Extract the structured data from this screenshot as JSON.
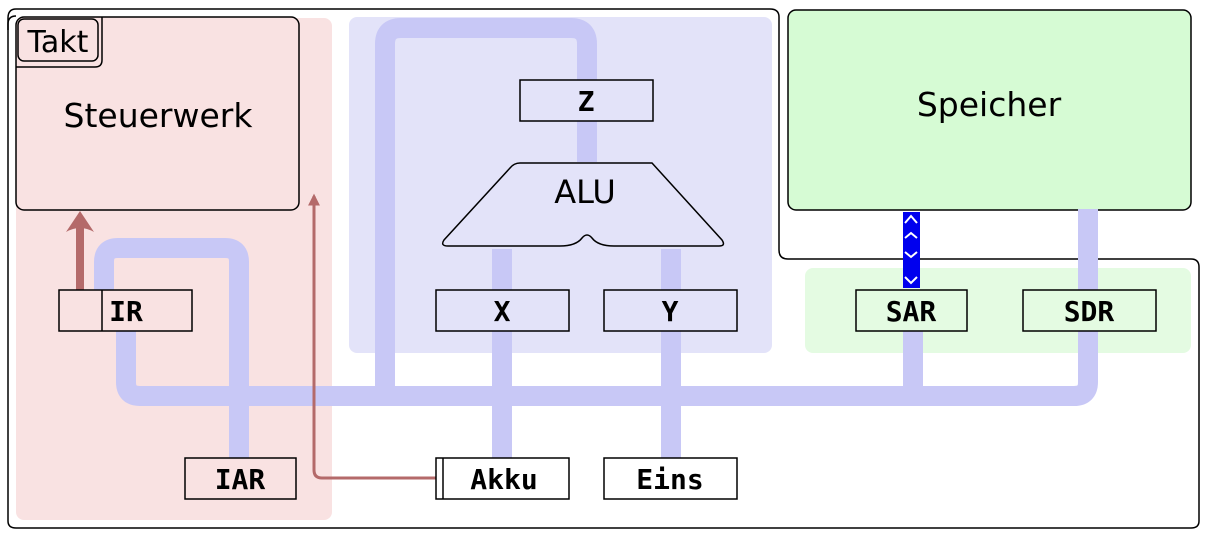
{
  "regions": {
    "clock": "Takt",
    "control_unit": "Steuerwerk",
    "memory": "Speicher",
    "alu": "ALU"
  },
  "registers": {
    "z": "Z",
    "x": "X",
    "y": "Y",
    "ir": "IR",
    "iar": "IAR",
    "akku": "Akku",
    "eins": "Eins",
    "sar": "SAR",
    "sdr": "SDR"
  },
  "colors": {
    "control_bg": "#f9e2e2",
    "alu_bg": "#e3e3f9",
    "memory_bg": "#d6fbd4",
    "memory_regs_bg": "#e4fbe2",
    "bus": "#c8c8f6",
    "control_line": "#b46a6a",
    "address_line": "#0000ee"
  }
}
